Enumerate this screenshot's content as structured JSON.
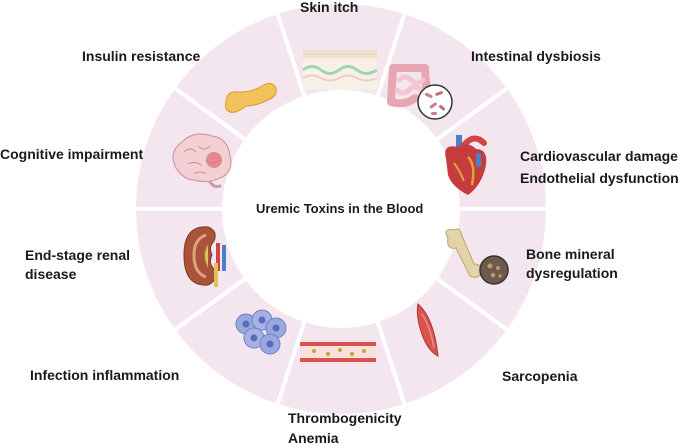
{
  "diagram": {
    "center_label": "Uremic Toxins in the Blood",
    "segments": [
      {
        "id": "skin",
        "label_lines": [
          "Skin itch"
        ],
        "icon": "skin-layer-icon"
      },
      {
        "id": "gut",
        "label_lines": [
          "Intestinal dysbiosis"
        ],
        "icon": "intestine-icon"
      },
      {
        "id": "heart",
        "label_lines": [
          "Cardiovascular damage",
          "Endothelial dysfunction"
        ],
        "icon": "heart-icon"
      },
      {
        "id": "bone",
        "label_lines": [
          "Bone mineral",
          "dysregulation"
        ],
        "icon": "bone-icon"
      },
      {
        "id": "muscle",
        "label_lines": [
          "Sarcopenia"
        ],
        "icon": "muscle-icon"
      },
      {
        "id": "vessel",
        "label_lines": [
          "Thrombogenicity",
          "Anemia"
        ],
        "icon": "blood-vessel-icon"
      },
      {
        "id": "cells",
        "label_lines": [
          "Infection inflammation"
        ],
        "icon": "cell-cluster-icon"
      },
      {
        "id": "kidney",
        "label_lines": [
          "End-stage renal",
          "disease"
        ],
        "icon": "kidney-icon"
      },
      {
        "id": "brain",
        "label_lines": [
          "Cognitive impairment"
        ],
        "icon": "brain-icon"
      },
      {
        "id": "pancreas",
        "label_lines": [
          "Insulin resistance"
        ],
        "icon": "pancreas-icon"
      }
    ],
    "colors": {
      "ring": "#f4e6ee",
      "divider": "#ffffff",
      "text": "#1a1a1a"
    }
  }
}
